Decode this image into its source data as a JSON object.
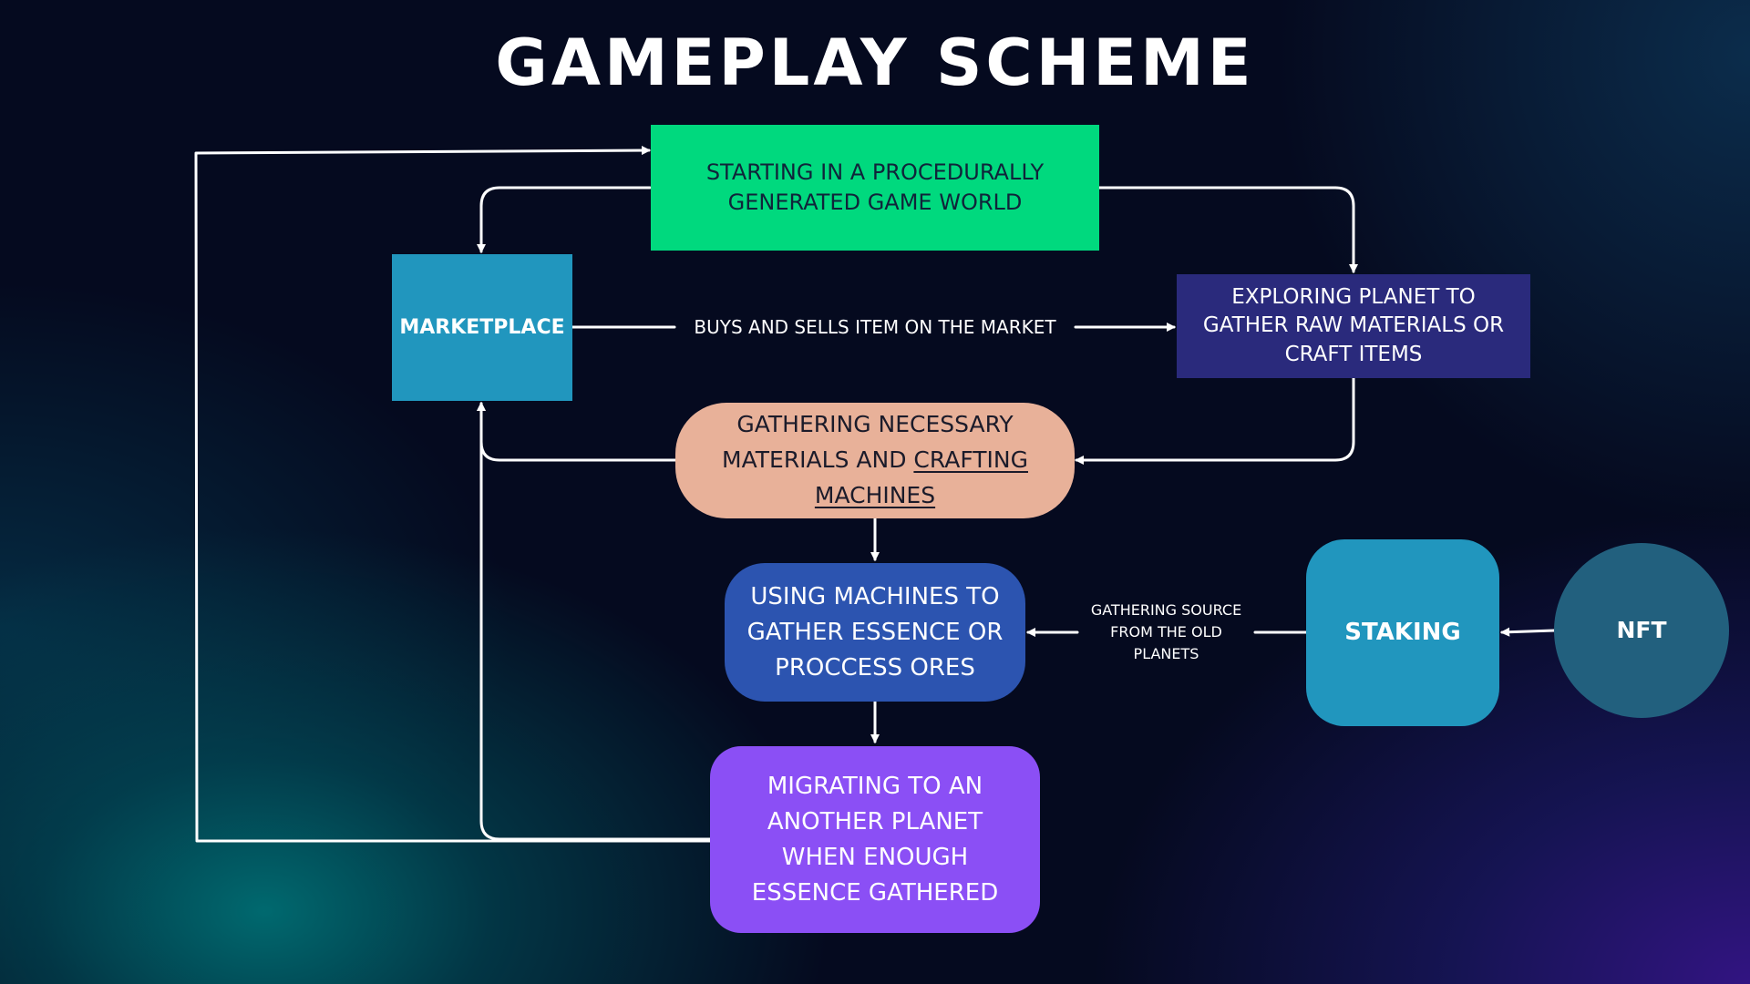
{
  "title": "GAMEPLAY SCHEME",
  "colors": {
    "start": "#00d97e",
    "marketplace": "#2196be",
    "exploring": "#2a2a7c",
    "gathering": "#e8b199",
    "using": "#2c54b0",
    "migrating": "#8b4ff5",
    "staking": "#2196be",
    "nft": "#22607e",
    "wire": "#ffffff"
  },
  "nodes": {
    "start": [
      "STARTING IN A PROCEDURALLY",
      "GENERATED GAME WORLD"
    ],
    "marketplace": [
      "MARKETPLACE"
    ],
    "exploring": [
      "EXPLORING PLANET TO",
      "GATHER RAW MATERIALS OR",
      "CRAFT ITEMS"
    ],
    "gathering": {
      "line1": "GATHERING NECESSARY",
      "line2a": "MATERIALS AND ",
      "line2b": "CRAFTING",
      "line3": "MACHINES"
    },
    "using": [
      "USING MACHINES TO",
      "GATHER ESSENCE OR",
      "PROCCESS ORES"
    ],
    "migrating": [
      "MIGRATING TO AN",
      "ANOTHER PLANET",
      "WHEN ENOUGH",
      "ESSENCE GATHERED"
    ],
    "staking": [
      "STAKING"
    ],
    "nft": [
      "NFT"
    ]
  },
  "edge_labels": {
    "market": "BUYS AND SELLS ITEM ON THE MARKET",
    "staking": [
      "GATHERING SOURCE",
      "FROM THE OLD",
      "PLANETS"
    ]
  },
  "edges": [
    {
      "from": "start",
      "to": "marketplace"
    },
    {
      "from": "start",
      "to": "exploring"
    },
    {
      "from": "marketplace",
      "to": "exploring",
      "label": "BUYS AND SELLS ITEM ON THE MARKET"
    },
    {
      "from": "exploring",
      "to": "gathering"
    },
    {
      "from": "gathering",
      "to": "marketplace"
    },
    {
      "from": "gathering",
      "to": "using"
    },
    {
      "from": "using",
      "to": "migrating"
    },
    {
      "from": "staking",
      "to": "using",
      "label": "GATHERING SOURCE FROM THE OLD PLANETS"
    },
    {
      "from": "nft",
      "to": "staking"
    },
    {
      "from": "migrating",
      "to": "marketplace"
    },
    {
      "from": "migrating",
      "to": "start"
    }
  ]
}
